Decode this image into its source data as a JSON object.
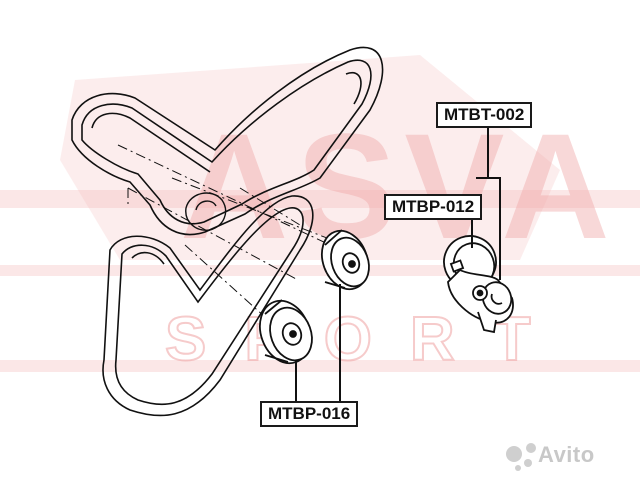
{
  "labels": {
    "tensioner": "MTBT-002",
    "tensioner_pulley": "MTBP-012",
    "idler_pulley": "MTBP-016"
  },
  "watermark": {
    "brand_word": "ASVA",
    "sub_word": "SPORT",
    "site": "Avito"
  },
  "colors": {
    "watermark": "#f0a8a8",
    "line": "#111111",
    "background": "#ffffff"
  },
  "icons": [
    "belt-drive-diagram",
    "idler-pulley-icon",
    "tensioner-icon",
    "avito-logo-icon"
  ]
}
